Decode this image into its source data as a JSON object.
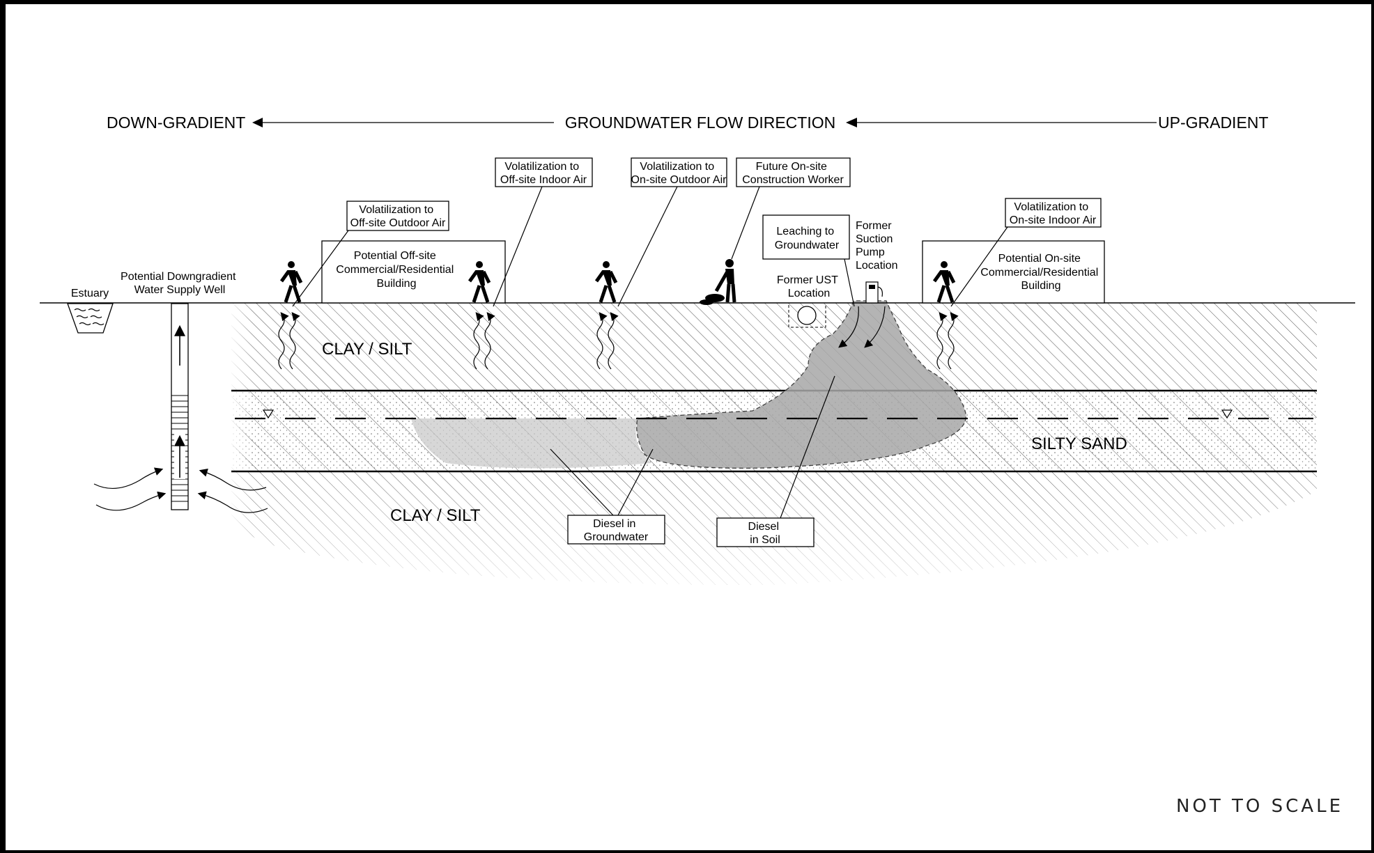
{
  "header": {
    "left": "DOWN-GRADIENT",
    "center": "GROUNDWATER FLOW DIRECTION",
    "right": "UP-GRADIENT"
  },
  "labels": {
    "volatilization_offsite_outdoor": [
      "Volatilization to",
      "Off-site Outdoor Air"
    ],
    "volatilization_offsite_indoor": [
      "Volatilization to",
      "Off-site Indoor Air"
    ],
    "volatilization_onsite_outdoor": [
      "Volatilization to",
      "On-site Outdoor Air"
    ],
    "future_worker": [
      "Future On-site",
      "Construction Worker"
    ],
    "leaching": [
      "Leaching to",
      "Groundwater"
    ],
    "suction_pump": [
      "Former",
      "Suction",
      "Pump",
      "Location"
    ],
    "volatilization_onsite_indoor": [
      "Volatilization to",
      "On-site Indoor Air"
    ],
    "offsite_building": [
      "Potential Off-site",
      "Commercial/Residential",
      "Building"
    ],
    "onsite_building": [
      "Potential On-site",
      "Commercial/Residential",
      "Building"
    ],
    "estuary": "Estuary",
    "well": [
      "Potential Downgradient",
      "Water Supply Well"
    ],
    "ust": [
      "Former UST",
      "Location"
    ],
    "diesel_groundwater": [
      "Diesel in",
      "Groundwater"
    ],
    "diesel_soil": [
      "Diesel",
      "in Soil"
    ]
  },
  "layers": {
    "clay_upper": "CLAY / SILT",
    "silty_sand": "SILTY SAND",
    "clay_lower": "CLAY / SILT"
  },
  "footer": {
    "scale_note": "NOT TO SCALE"
  }
}
